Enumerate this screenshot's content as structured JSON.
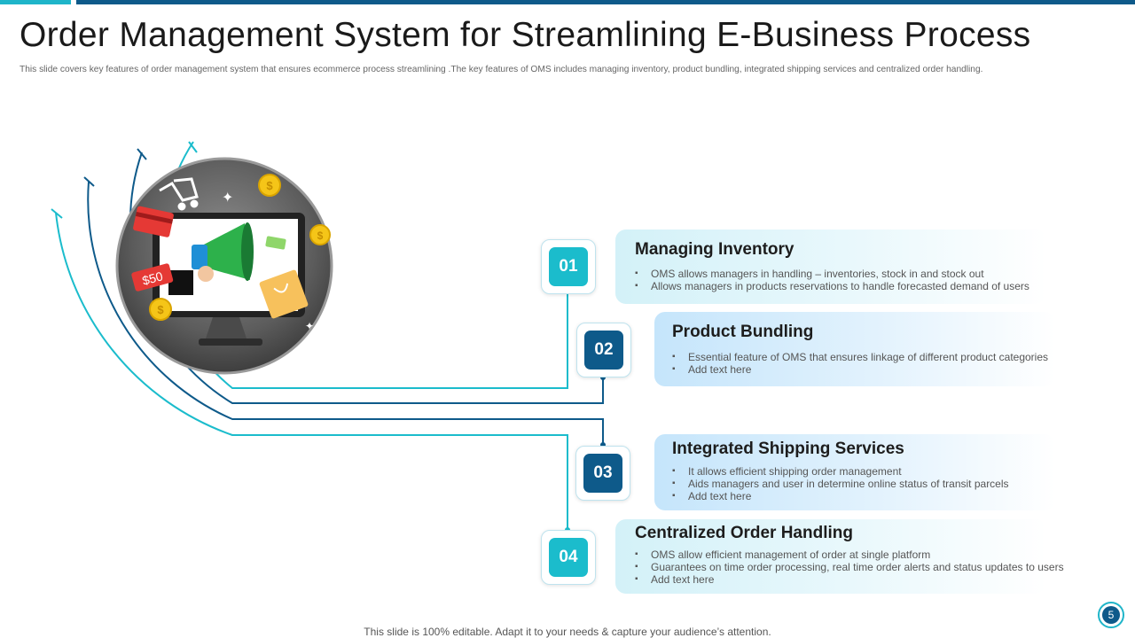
{
  "page": {
    "title": "Order Management System for Streamlining E-Business Process",
    "subtitle": "This slide covers key features of order management system that ensures ecommerce process streamlining .The key features of OMS includes managing  inventory, product bundling, integrated shipping services and centralized order handling.",
    "footer": "This slide is 100% editable. Adapt it to your needs & capture your audience’s attention.",
    "page_number": "5"
  },
  "colors": {
    "teal": "#1bbccc",
    "navy": "#0e5a8a",
    "card_teal": "#d3f1f8",
    "card_blue": "#c5e5fb"
  },
  "illustration": {
    "icons": [
      "monitor-icon",
      "megaphone-icon",
      "shopping-cart-icon",
      "coin-icon",
      "credit-card-icon",
      "price-tag-icon",
      "shopping-bag-icon",
      "sparkle-icon"
    ],
    "price_tag": "$50"
  },
  "features": [
    {
      "number": "01",
      "title": "Managing Inventory",
      "bullets": [
        "OMS  allows managers in handling – inventories, stock in and stock out",
        "Allows managers in products reservations to handle forecasted demand of users"
      ]
    },
    {
      "number": "02",
      "title": "Product Bundling",
      "bullets": [
        "Essential feature of OMS  that ensures linkage of different product categories",
        "Add text here"
      ]
    },
    {
      "number": "03",
      "title": "Integrated Shipping Services",
      "bullets": [
        "It allows efficient shipping order management",
        "Aids managers and user in determine online status of transit parcels",
        "Add text here"
      ]
    },
    {
      "number": "04",
      "title": "Centralized Order Handling",
      "bullets": [
        "OMS  allow efficient management of order at single platform",
        "Guarantees on time order processing, real time order alerts and status updates to users",
        "Add text here"
      ]
    }
  ]
}
